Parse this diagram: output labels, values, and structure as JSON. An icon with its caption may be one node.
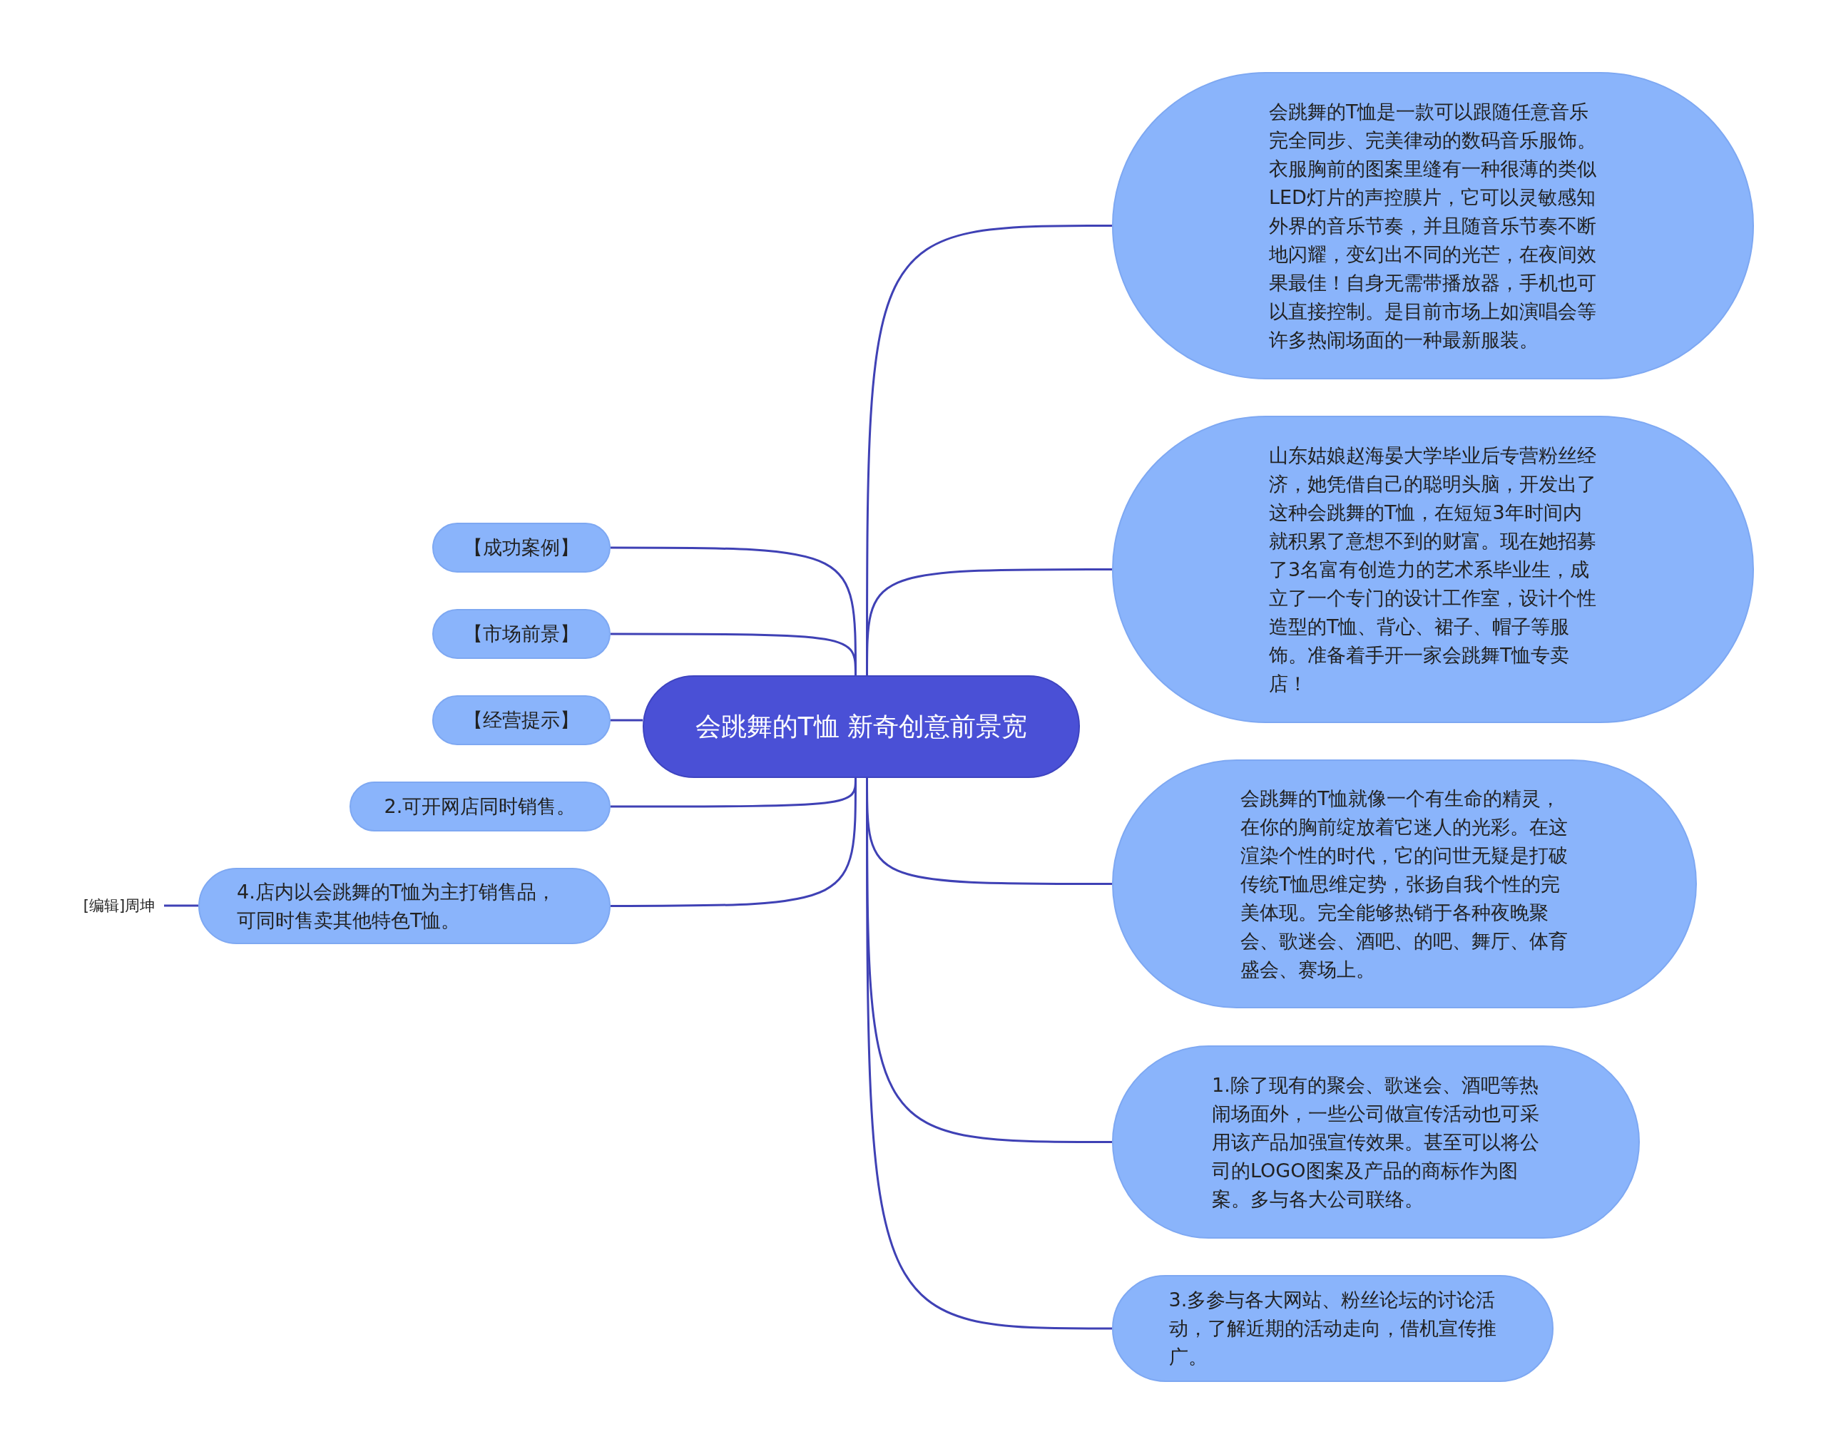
{
  "diagram": {
    "nodes": [
      {
        "text": [
          "会跳舞的T恤 新奇创意前景宽"
        ]
      },
      {
        "text": [
          "【成功案例】"
        ]
      },
      {
        "text": [
          "【市场前景】"
        ]
      },
      {
        "text": [
          "【经营提示】"
        ]
      },
      {
        "text": [
          "2.可开网店同时销售。"
        ]
      },
      {
        "text": [
          "4.店内以会跳舞的T恤为主打销售品，可同时售卖其他特色T恤。"
        ]
      },
      {
        "text": [
          "[编辑]周坤"
        ]
      },
      {
        "text": [
          "会跳舞的T恤是一款可以跟随任意音乐完全同步、完美律动的数码音乐服饰。衣服胸前的图案里缝有一种很薄的类似LED灯片的声控膜片，它可以灵敏感知外界的音乐节奏，并且随音乐节奏不断地闪耀，变幻出不同的光芒，在夜间效果最佳！自身无需带播放器，手机也可以直接控制。是目前市场上如演唱会等许多热闹场面的一种最新服装。"
        ]
      },
      {
        "text": [
          "山东姑娘赵海晏大学毕业后专营粉丝经济，她凭借自己的聪明头脑，开发出了这种会跳舞的T恤，在短短3年时间内就积累了意想不到的财富。现在她招募了3名富有创造力的艺术系毕业生，成立了一个专门的设计工作室，设计个性造型的T恤、背心、裙子、帽子等服饰。准备着手开一家会跳舞T恤专卖店！"
        ]
      },
      {
        "text": [
          "会跳舞的T恤就像一个有生命的精灵，在你的胸前绽放着它迷人的光彩。在这渲染个性的时代，它的问世无疑是打破传统T恤思维定势，张扬自我个性的完美体现。完全能够热销于各种夜晚聚会、歌迷会、酒吧、的吧、舞厅、体育盛会、赛场上。"
        ]
      },
      {
        "text": [
          "1.除了现有的聚会、歌迷会、酒吧等热闹场面外，一些公司做宣传活动也可采用该产品加强宣传效果。甚至可以将公司的LOGO图案及产品的商标作为图案。多与各大公司联络。"
        ]
      },
      {
        "text": [
          "3.多参与各大网站、粉丝论坛的讨论活动，了解近期的活动走向，借机宣传推广。"
        ]
      }
    ],
    "edges": [
      {
        "from": 0,
        "to": 1,
        "arrow": "none"
      },
      {
        "from": 0,
        "to": 2,
        "arrow": "none"
      },
      {
        "from": 0,
        "to": 3,
        "arrow": "none"
      },
      {
        "from": 0,
        "to": 4,
        "arrow": "none"
      },
      {
        "from": 0,
        "to": 5,
        "arrow": "none"
      },
      {
        "from": 5,
        "to": 6,
        "arrow": "none"
      },
      {
        "from": 0,
        "to": 7,
        "arrow": "none"
      },
      {
        "from": 0,
        "to": 8,
        "arrow": "none"
      },
      {
        "from": 0,
        "to": 9,
        "arrow": "none"
      },
      {
        "from": 0,
        "to": 10,
        "arrow": "none"
      },
      {
        "from": 0,
        "to": 11,
        "arrow": "none"
      }
    ]
  }
}
